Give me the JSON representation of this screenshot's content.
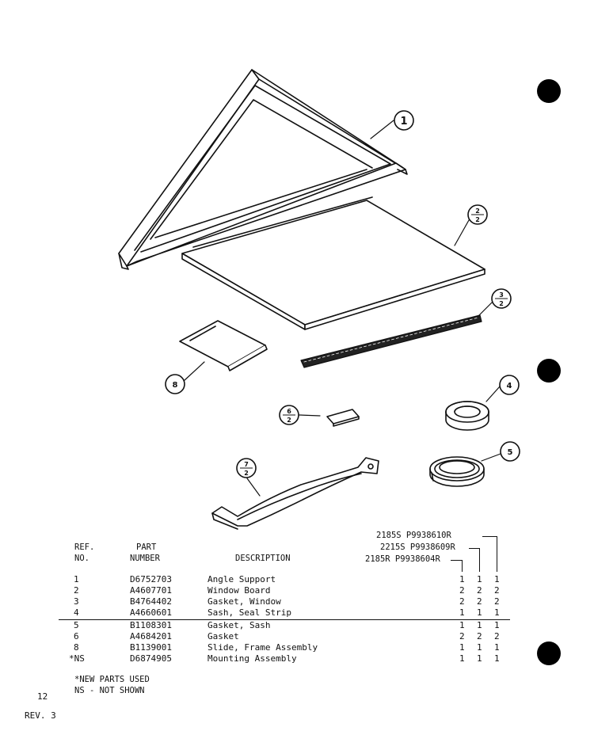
{
  "callouts": {
    "c1": "1",
    "c2": {
      "num": "2",
      "den": "2"
    },
    "c3": {
      "num": "3",
      "den": "2"
    },
    "c4": "4",
    "c5": "5",
    "c6": {
      "num": "6",
      "den": "2"
    },
    "c7": {
      "num": "7",
      "den": "2"
    },
    "c8": "8"
  },
  "models": [
    {
      "label": "2185S P9938610R"
    },
    {
      "label": "2215S P9938609R"
    },
    {
      "label": "2185R P9938604R"
    }
  ],
  "headers": {
    "ref_1": "REF.",
    "ref_2": "NO.",
    "part_1": "PART",
    "part_2": "NUMBER",
    "desc": "DESCRIPTION"
  },
  "rows": [
    {
      "ref": "1",
      "part": "D6752703",
      "desc": "Angle Support",
      "q1": "1",
      "q2": "1",
      "q3": "1"
    },
    {
      "ref": "2",
      "part": "A4607701",
      "desc": "Window Board",
      "q1": "2",
      "q2": "2",
      "q3": "2"
    },
    {
      "ref": "3",
      "part": "B4764402",
      "desc": "Gasket, Window",
      "q1": "2",
      "q2": "2",
      "q3": "2"
    },
    {
      "ref": "4",
      "part": "A4660601",
      "desc": "Sash, Seal Strip",
      "q1": "1",
      "q2": "1",
      "q3": "1"
    },
    {
      "ref": "5",
      "part": "B1108301",
      "desc": "Gasket, Sash",
      "q1": "1",
      "q2": "1",
      "q3": "1"
    },
    {
      "ref": "6",
      "part": "A4684201",
      "desc": "Gasket",
      "q1": "2",
      "q2": "2",
      "q3": "2"
    },
    {
      "ref": "8",
      "part": "B1139001",
      "desc": "Slide, Frame Assembly",
      "q1": "1",
      "q2": "1",
      "q3": "1"
    },
    {
      "ref": "*NS",
      "part": "D6874905",
      "desc": "Mounting Assembly",
      "q1": "1",
      "q2": "1",
      "q3": "1"
    }
  ],
  "notes": {
    "new_parts": "*NEW PARTS USED",
    "not_shown": "NS - NOT SHOWN"
  },
  "footer": {
    "page": "12",
    "rev": "REV. 3"
  }
}
